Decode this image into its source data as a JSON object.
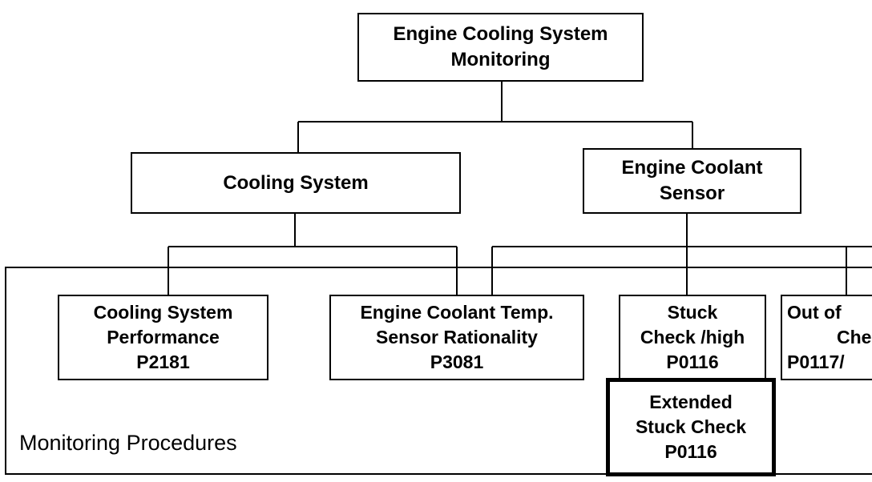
{
  "diagram": {
    "root": {
      "lines": [
        "Engine Cooling System",
        "Monitoring"
      ]
    },
    "level1": [
      {
        "id": "cooling-system",
        "lines": [
          "Cooling System"
        ]
      },
      {
        "id": "engine-coolant-sensor",
        "lines": [
          "Engine Coolant",
          "Sensor"
        ]
      }
    ],
    "level2": [
      {
        "id": "cooling-system-performance",
        "lines": [
          "Cooling System",
          "Performance"
        ],
        "code": "P2181"
      },
      {
        "id": "coolant-temp-rationality",
        "lines": [
          "Engine Coolant Temp.",
          "Sensor Rationality"
        ],
        "code": "P3081"
      },
      {
        "id": "stuck-check-high",
        "lines": [
          "Stuck",
          "Check /high"
        ],
        "code": "P0116"
      },
      {
        "id": "out-of-range-check",
        "lines": [
          "Out of",
          "Che"
        ],
        "code": "P0117/"
      }
    ],
    "extended": {
      "lines": [
        "Extended",
        "Stuck Check"
      ],
      "code": "P0116"
    },
    "region_label": "Monitoring Procedures"
  }
}
